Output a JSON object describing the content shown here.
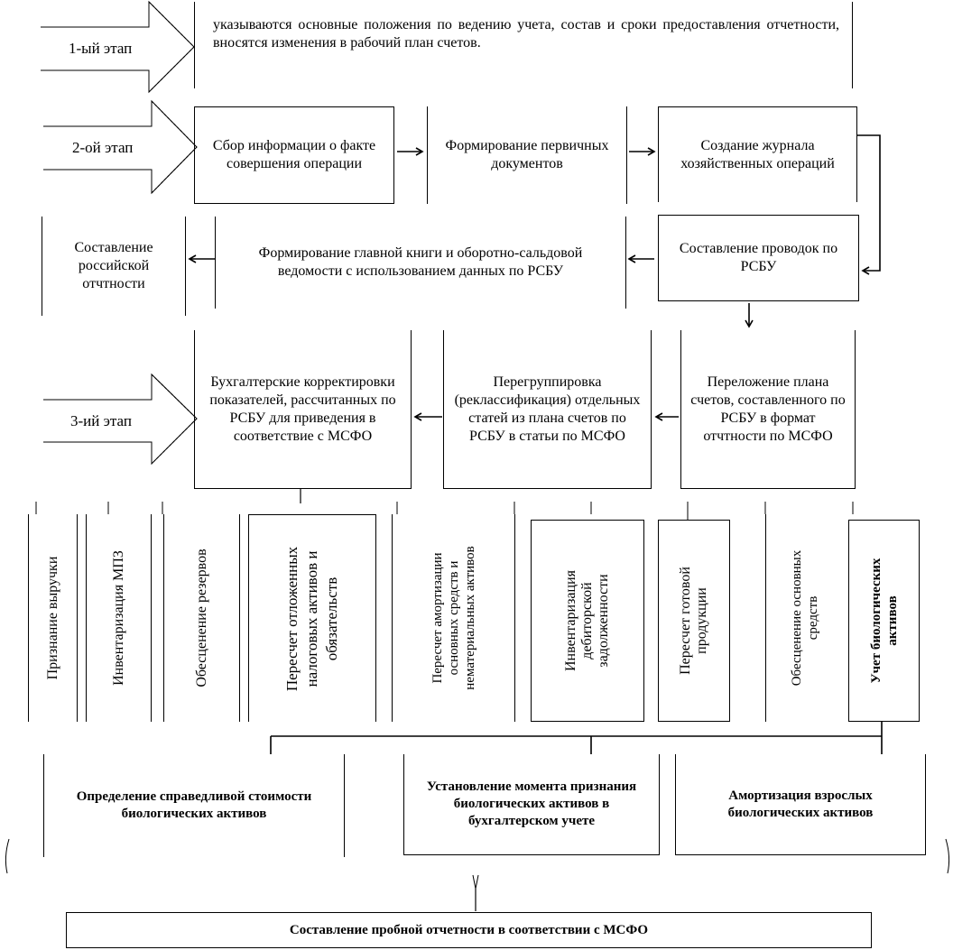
{
  "stages": {
    "s1": "1-ый этап",
    "s2": "2-ой этап",
    "s3": "3-ий этап"
  },
  "stage1_text": "указываются основные положения по ведению учета, состав и сроки предоставления отчетности, вносятся изменения в рабочий план счетов.",
  "row2": {
    "collect": "Сбор информации о факте совершения операции",
    "primary_docs": "Формирование первичных документов",
    "journal": "Создание журнала хозяйственных операций"
  },
  "row3": {
    "russian_report": "Составление российской отчтности",
    "ledger": "Формирование главной книги и оборотно-сальдовой ведомости с использованием данных по РСБУ",
    "entries": "Составление проводок по РСБУ"
  },
  "row4": {
    "adjustments": "Бухгалтерские корректировки показателей, рассчитанных по РСБУ для приведения в соответствие  с МСФО",
    "regroup": "Перегруппировка (реклассификация) отдельных статей из плана счетов по РСБУ в статьи по МСФО",
    "remap": "Переложение плана счетов, составленного по РСБУ в формат отчтности по МСФО"
  },
  "vertical_items": [
    "Признание выручки",
    "Инвентаризация МПЗ",
    "Обесценение резервов",
    "Пересчет отложенных\nналоговых активов и\nобязательств",
    "Пересчет амортизации\nосновных средств и\nнематериальных активов",
    "Инвентаризация\nдебиторской\nзадолженности",
    "Пересчет готовой\nпродукции",
    "Обесценение основных\nсредств",
    "Учет биологических\nактивов"
  ],
  "bio": {
    "fair_value": "Определение справедливой стоимости биологических активов",
    "recognition": "Установление момента признания биологических активов в бухгалтерском учете",
    "amortization": "Амортизация взрослых биологических активов"
  },
  "final": "Составление пробной отчетности в соответствии с МСФО"
}
